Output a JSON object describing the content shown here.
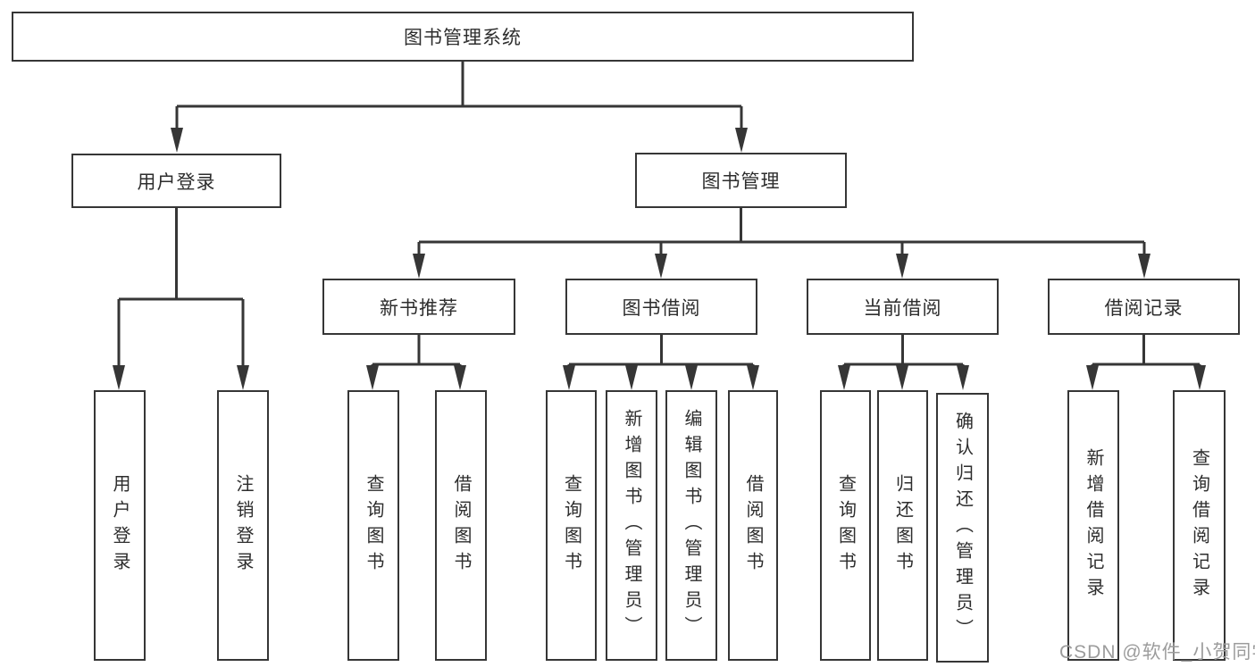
{
  "tree": {
    "root_label": "图书管理系统",
    "level2": {
      "user_login": "用户登录",
      "book_management": "图书管理"
    },
    "level3": {
      "new_books": "新书推荐",
      "book_borrow": "图书借阅",
      "current_borrow": "当前借阅",
      "borrow_records": "借阅记录"
    },
    "leaves": {
      "user_login": [
        "用户登录",
        "注销登录"
      ],
      "new_books": [
        "查询图书",
        "借阅图书"
      ],
      "book_borrow": [
        "查询图书",
        "新增图书（管理员）",
        "编辑图书（管理员）",
        "借阅图书"
      ],
      "current_borrow": [
        "查询图书",
        "归还图书",
        "确认归还（管理员）"
      ],
      "borrow_records": [
        "新增借阅记录",
        "查询借阅记录"
      ]
    }
  },
  "watermark": "CSDN @软件_小贺同学",
  "colors": {
    "line": "#363636",
    "text": "#2d2d2d",
    "background": "#ffffff",
    "watermark": "#9c9c9c"
  }
}
